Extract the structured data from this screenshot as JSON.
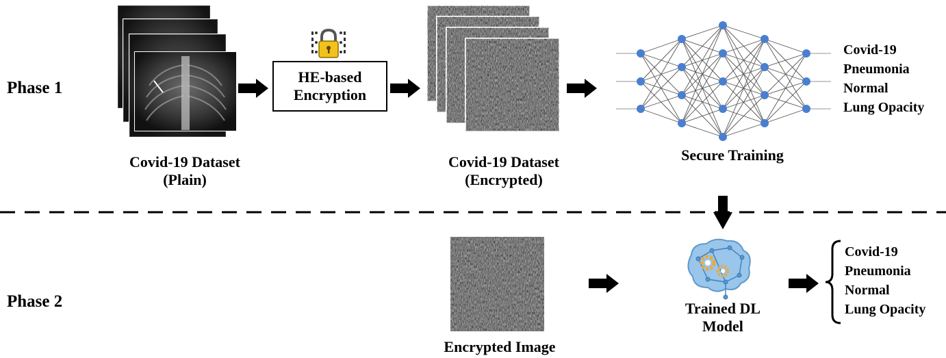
{
  "phase1": {
    "label": "Phase 1",
    "plain_dataset_label_line1": "Covid-19 Dataset",
    "plain_dataset_label_line2": "(Plain)",
    "encryption_box_line1": "HE-based",
    "encryption_box_line2": "Encryption",
    "encrypted_dataset_label_line1": "Covid-19 Dataset",
    "encrypted_dataset_label_line2": "(Encrypted)",
    "training_label": "Secure Training",
    "classes": [
      "Covid-19",
      "Pneumonia",
      "Normal",
      "Lung Opacity"
    ]
  },
  "phase2": {
    "label": "Phase 2",
    "encrypted_image_label": "Encrypted Image",
    "model_label_line1": "Trained DL",
    "model_label_line2": "Model",
    "classes": [
      "Covid-19",
      "Pneumonia",
      "Normal",
      "Lung Opacity"
    ]
  },
  "colors": {
    "node": "#4a7fd0",
    "lock_body": "#f2c21b",
    "brain": "#8fc0e8",
    "gear": "#f0a832"
  },
  "icons": [
    "lock-icon",
    "brain-icon",
    "gear-icon",
    "xray-image",
    "noise-image"
  ]
}
